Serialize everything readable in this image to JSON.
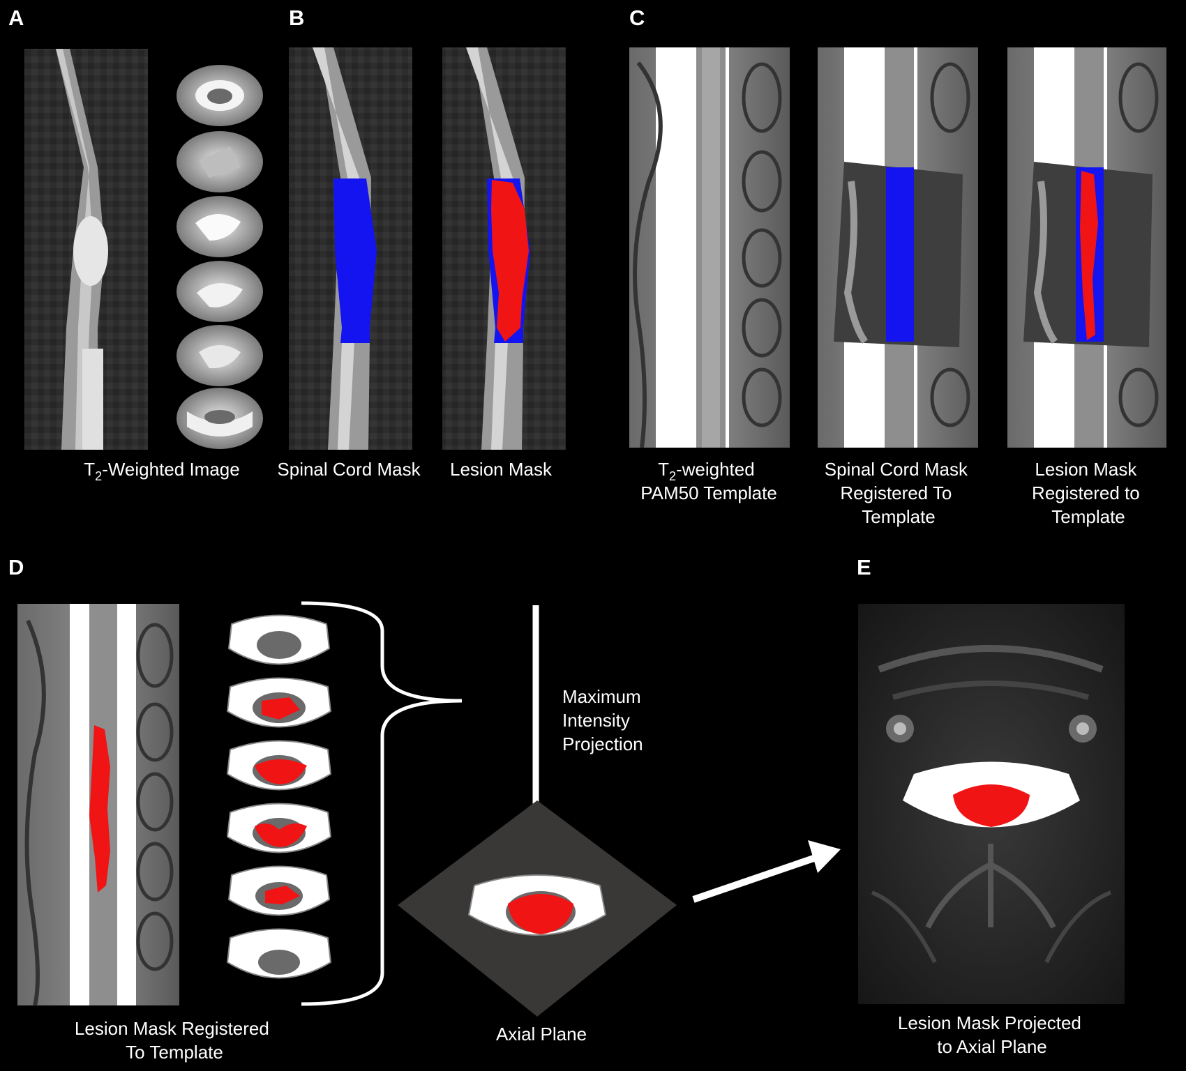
{
  "panels": {
    "A": {
      "letter": "A",
      "caption": {
        "pre": "T",
        "sub": "2",
        "post": "-Weighted Image"
      }
    },
    "B": {
      "letter": "B",
      "caption_left": "Spinal Cord Mask",
      "caption_right": "Lesion Mask"
    },
    "C": {
      "letter": "C",
      "template_caption": {
        "pre": "T",
        "sub": "2",
        "post": "-weighted",
        "line2": "PAM50 Template"
      },
      "cord_caption": [
        "Spinal Cord Mask",
        "Registered To",
        "Template"
      ],
      "lesion_caption": [
        "Lesion Mask",
        "Registered to",
        "Template"
      ]
    },
    "D": {
      "letter": "D",
      "caption": [
        "Lesion Mask Registered",
        "To Template"
      ],
      "projection_label": [
        "Maximum",
        "Intensity",
        "Projection"
      ],
      "plane_label": "Axial Plane"
    },
    "E": {
      "letter": "E",
      "caption": [
        "Lesion Mask Projected",
        "to Axial Plane"
      ]
    }
  },
  "colors": {
    "background": "#000000",
    "cord_mask": "#1414f0",
    "lesion_mask": "#f01414",
    "plane": "#3a3836",
    "text": "#ffffff"
  }
}
